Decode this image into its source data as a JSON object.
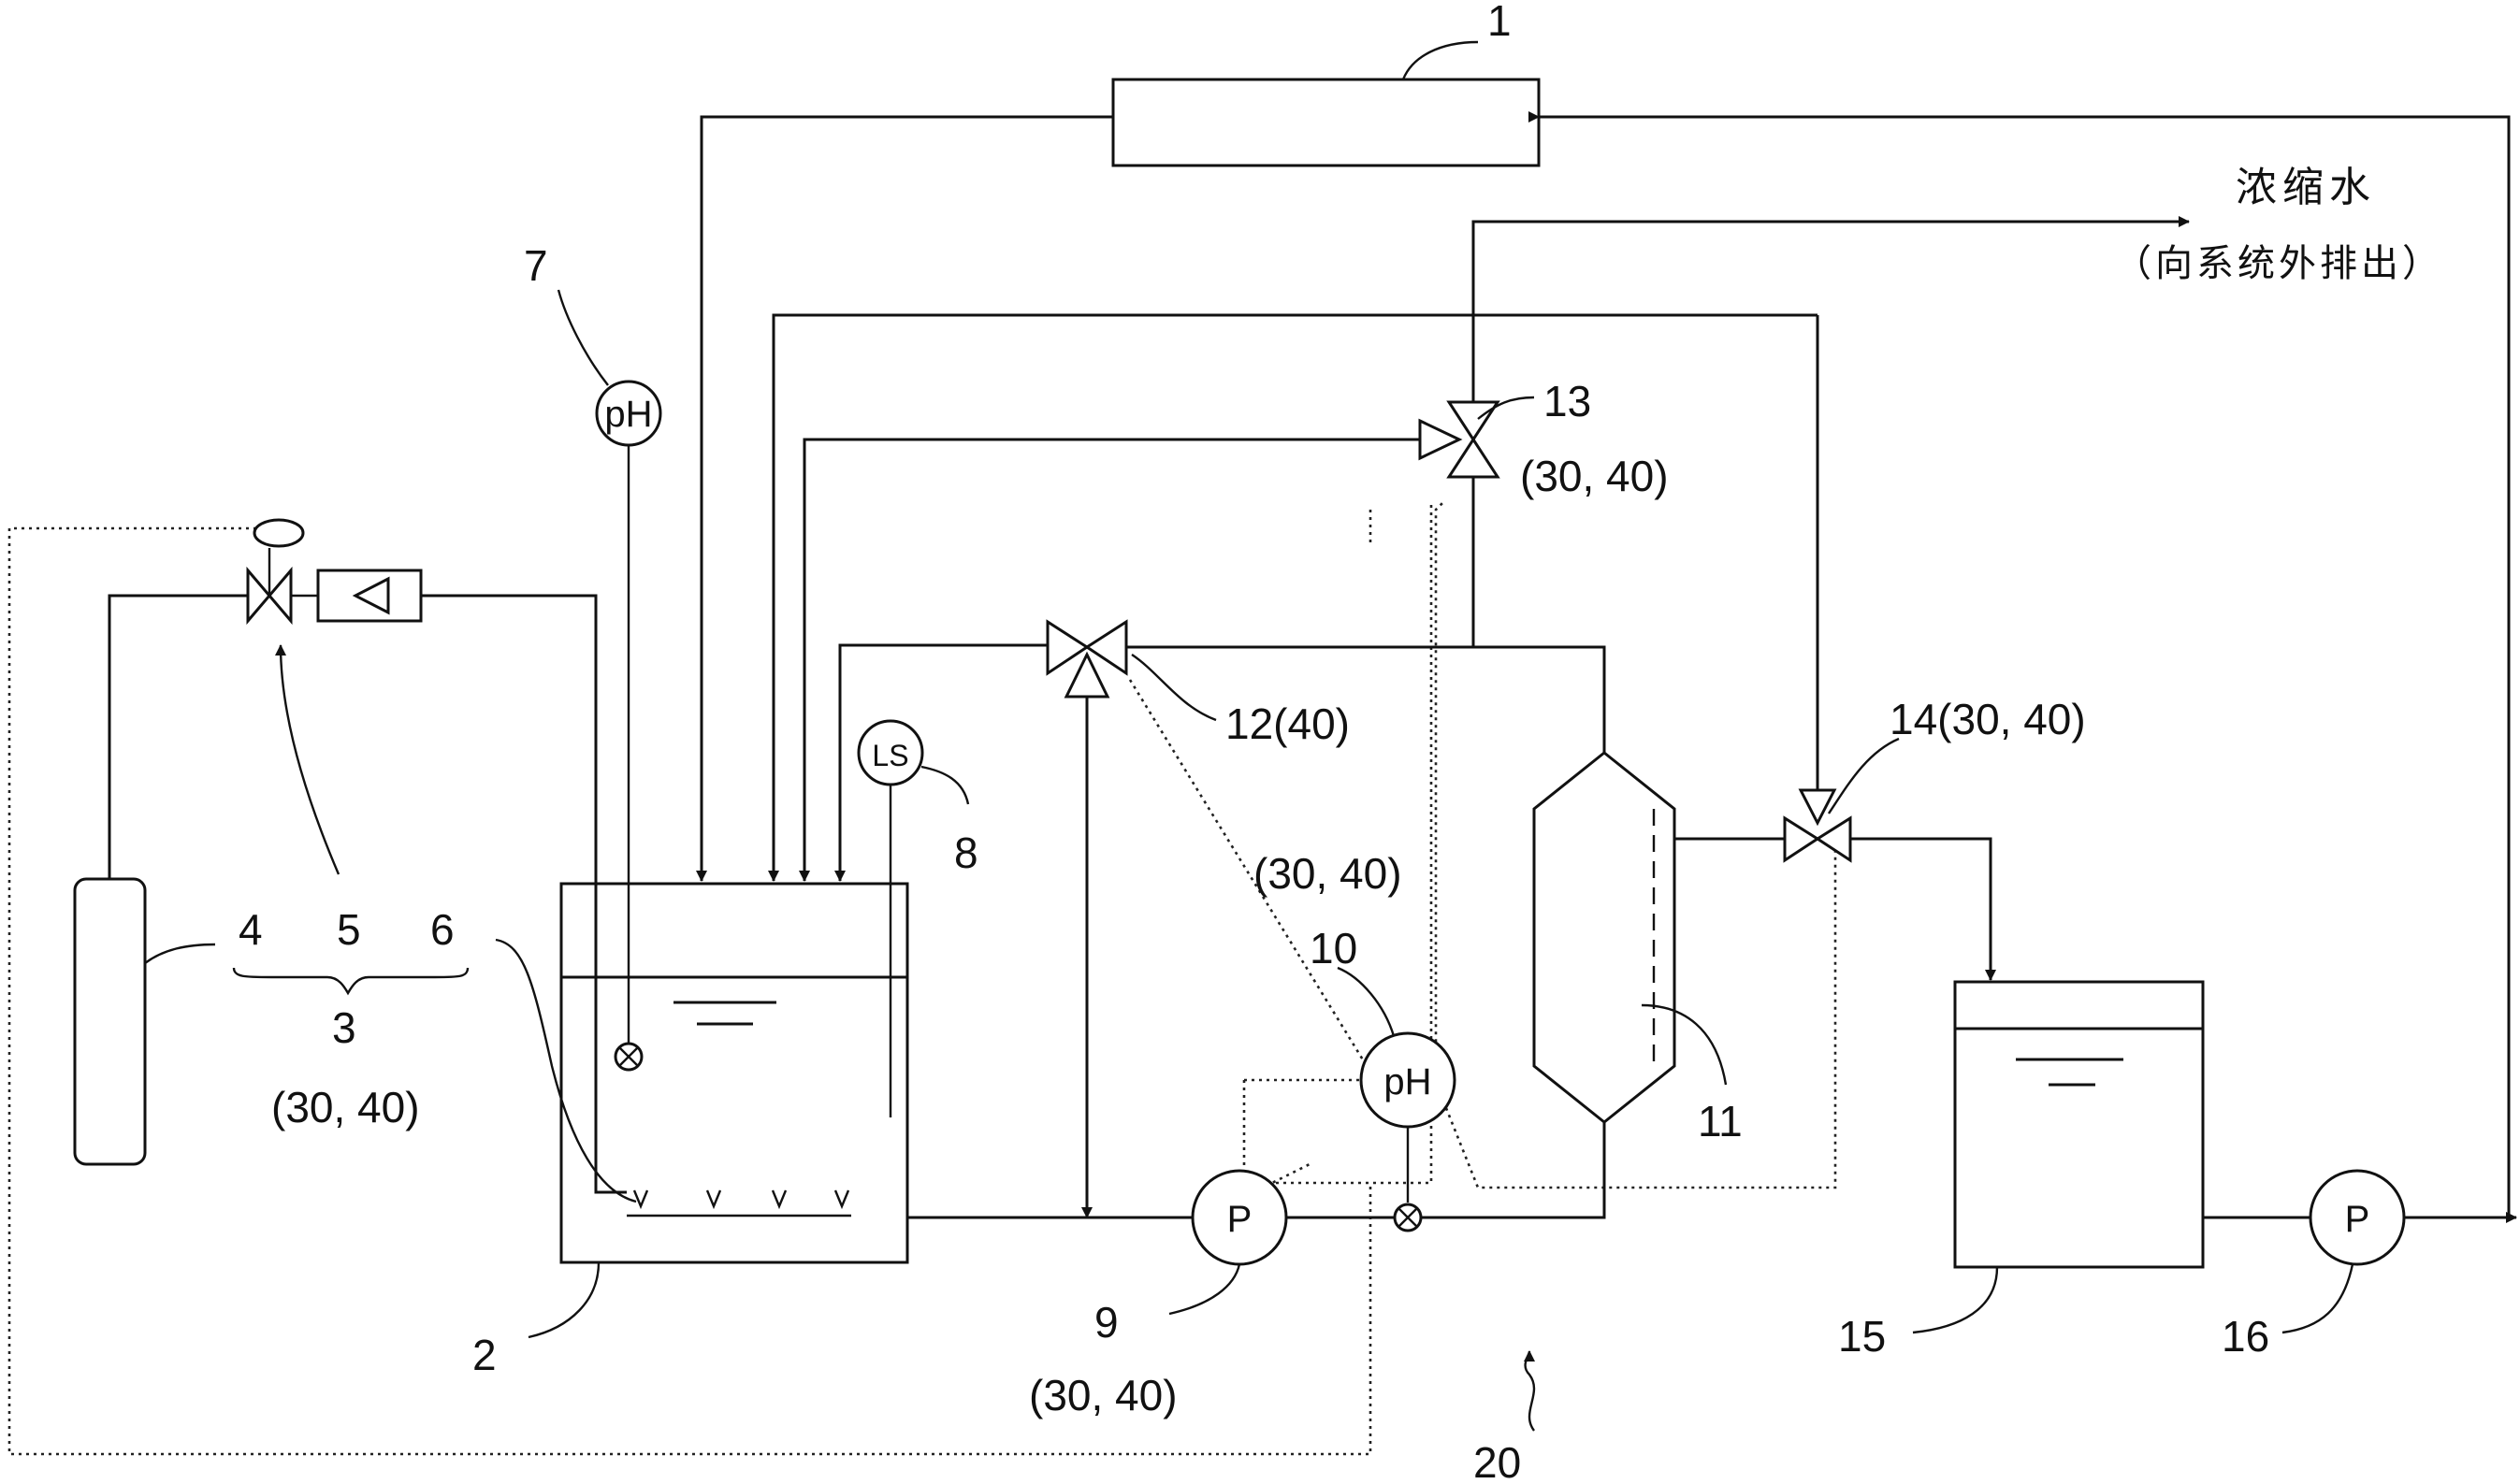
{
  "labels": {
    "n1": "1",
    "n2": "2",
    "n3": "3",
    "n4": "4",
    "n5": "5",
    "n6": "6",
    "n7": "7",
    "n8": "8",
    "n9": "9",
    "n10": "10",
    "n11": "11",
    "n12": "12(40)",
    "n13": "13",
    "n14": "14(30, 40)",
    "n15": "15",
    "n16": "16",
    "n20": "20",
    "p3040_group3": "(30, 40)",
    "p3040_valve13": "(30, 40)",
    "p3040_line10": "(30, 40)",
    "p3040_pump9": "(30, 40)"
  },
  "symbols": {
    "ph_sensor_7": "pH",
    "ph_sensor_10": "pH",
    "level_switch_8": "LS",
    "pump_9": "P",
    "pump_16": "P"
  },
  "outlet": {
    "title": "浓缩水",
    "subtitle": "（向系统外排出）"
  }
}
